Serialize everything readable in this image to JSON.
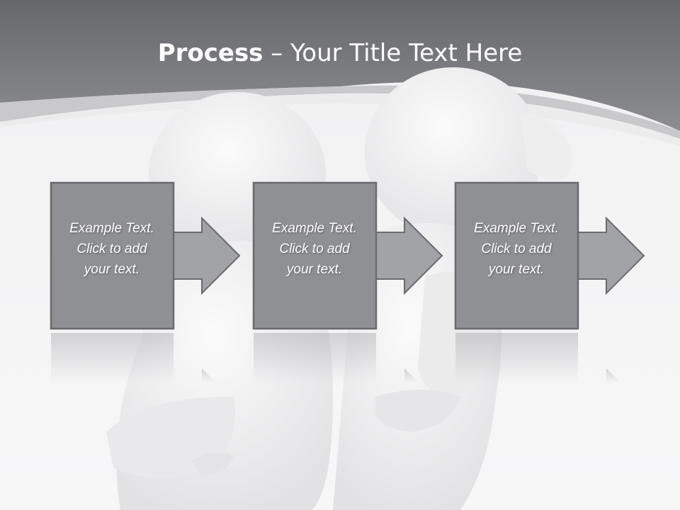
{
  "slide": {
    "title_bold": "Process",
    "title_rest": "– Your Title Text Here",
    "steps": [
      {
        "line1": "Example Text.",
        "line2": "Click  to add",
        "line3": "your text."
      },
      {
        "line1": "Example Text.",
        "line2": "Click  to add",
        "line3": "your text."
      },
      {
        "line1": "Example Text.",
        "line2": "Click  to add",
        "line3": "your text."
      }
    ]
  },
  "colors": {
    "header": "#7c7d81",
    "box_fill": "#8f9094",
    "box_border": "#6a6b6f",
    "arrow_fill": "#a2a3a7"
  },
  "icons": [
    "figure-left-illustration",
    "figure-right-illustration",
    "arrow-right-icon"
  ]
}
